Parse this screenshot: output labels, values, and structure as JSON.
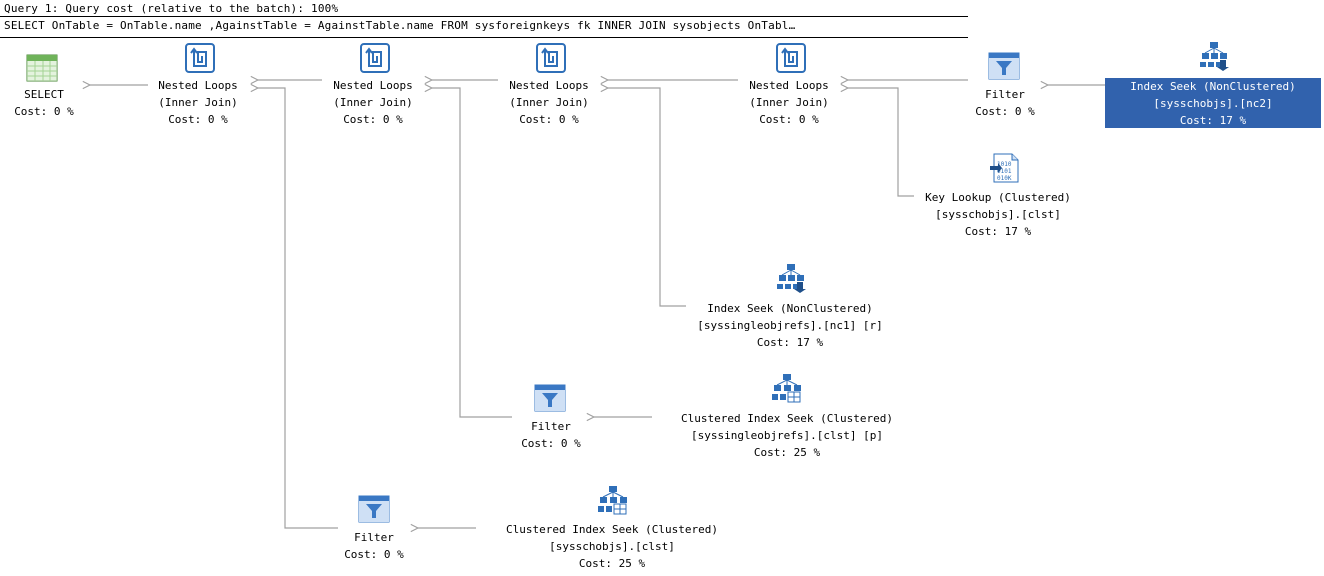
{
  "header": {
    "query_line": "Query 1: Query cost (relative to the batch): 100%",
    "sql_line": "SELECT OnTable = OnTable.name ,AgainstTable = AgainstTable.name FROM sysforeignkeys fk INNER JOIN sysobjects OnTabl…"
  },
  "nodes": {
    "select": {
      "op": "SELECT",
      "cost": "Cost: 0 %",
      "icon": "select-result-icon"
    },
    "nl1": {
      "op": "Nested Loops",
      "detail": "(Inner Join)",
      "cost": "Cost: 0 %",
      "icon": "nested-loops-icon"
    },
    "nl2": {
      "op": "Nested Loops",
      "detail": "(Inner Join)",
      "cost": "Cost: 0 %",
      "icon": "nested-loops-icon"
    },
    "nl3": {
      "op": "Nested Loops",
      "detail": "(Inner Join)",
      "cost": "Cost: 0 %",
      "icon": "nested-loops-icon"
    },
    "nl4": {
      "op": "Nested Loops",
      "detail": "(Inner Join)",
      "cost": "Cost: 0 %",
      "icon": "nested-loops-icon"
    },
    "filter_top": {
      "op": "Filter",
      "cost": "Cost: 0 %",
      "icon": "filter-icon"
    },
    "seek_nc2": {
      "op": "Index Seek (NonClustered)",
      "object": "[sysschobjs].[nc2]",
      "cost": "Cost: 17 %",
      "icon": "index-seek-icon"
    },
    "key_lookup": {
      "op": "Key Lookup (Clustered)",
      "object": "[sysschobjs].[clst]",
      "cost": "Cost: 17 %",
      "icon": "key-lookup-icon"
    },
    "seek_nc1": {
      "op": "Index Seek (NonClustered)",
      "object": "[syssingleobjrefs].[nc1] [r]",
      "cost": "Cost: 17 %",
      "icon": "index-seek-icon"
    },
    "filter_mid": {
      "op": "Filter",
      "cost": "Cost: 0 %",
      "icon": "filter-icon"
    },
    "cis_p": {
      "op": "Clustered Index Seek (Clustered)",
      "object": "[syssingleobjrefs].[clst] [p]",
      "cost": "Cost: 25 %",
      "icon": "clustered-index-seek-icon"
    },
    "filter_bot": {
      "op": "Filter",
      "cost": "Cost: 0 %",
      "icon": "filter-icon"
    },
    "cis_sch": {
      "op": "Clustered Index Seek (Clustered)",
      "object": "[sysschobjs].[clst]",
      "cost": "Cost: 25 %",
      "icon": "clustered-index-seek-icon"
    }
  },
  "colors": {
    "selected_bg": "#3162ad",
    "edge": "#a0a0a0",
    "icon_blue": "#2f6fb8"
  }
}
